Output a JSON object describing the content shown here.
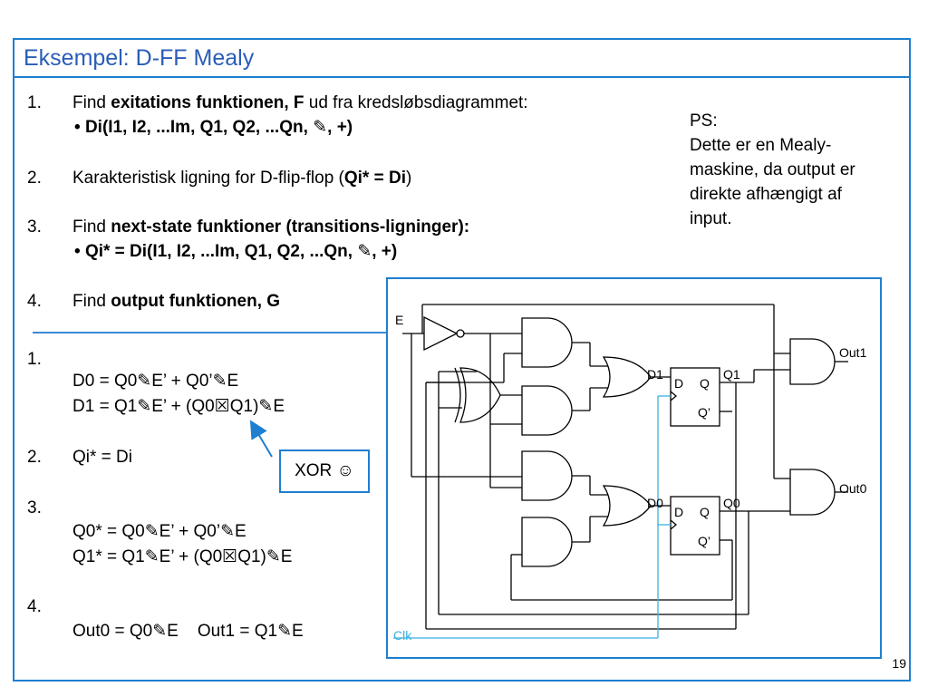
{
  "title": "Eksempel: D-FF Mealy",
  "steps_top": [
    {
      "num": "1.",
      "pre": "Find ",
      "bold": "exitations funktionen, F",
      "post": " ud fra kredsløbsdiagrammet:",
      "bullet": "Di(I1, I2, ...Im, Q1, Q2, ...Qn, ✎, +)"
    },
    {
      "num": "2.",
      "pre": "Karakteristisk ligning for D-flip-flop (",
      "bold": "Qi* = Di",
      "post": ")"
    },
    {
      "num": "3.",
      "pre": "Find ",
      "bold": "next-state funktioner (transitions-ligninger):",
      "post": "",
      "bullet": "Qi* = Di(I1, I2, ...Im, Q1, Q2, ...Qn, ✎, +)"
    },
    {
      "num": "4.",
      "pre": "Find ",
      "bold": "output funktionen, G",
      "post": ""
    }
  ],
  "bullet_mark": "•",
  "steps_bottom": {
    "s1_num": "1.",
    "d0": "D0 = Q0✎E’ + Q0’✎E",
    "d1": "D1 = Q1✎E’ + (Q0☒Q1)✎E",
    "s2_num": "2.",
    "qi": "Qi* = Di",
    "s3_num": "3.",
    "q0": "Q0* = Q0✎E’ + Q0’✎E",
    "q1": "Q1* = Q1✎E’ + (Q0☒Q1)✎E",
    "s4_num": "4.",
    "out": "Out0 = Q0✎E    Out1 = Q1✎E"
  },
  "ps": {
    "head": "PS:",
    "lines": [
      "Dette er en Mealy-",
      "maskine, da output er",
      "direkte afhængigt af",
      "input."
    ]
  },
  "xor_callout": "XOR ☺",
  "page_number": "19",
  "diagram": {
    "labels": {
      "e": "E",
      "d1": "D1",
      "q1": "Q1",
      "d0": "D0",
      "q0": "Q0",
      "d": "D",
      "q": "Q",
      "qbar": "Q’",
      "out1": "Out1",
      "out0": "Out0",
      "clk": "Clk"
    }
  },
  "colors": {
    "accent": "#1f7fd0",
    "title": "#2a5db8",
    "clk": "#3ab0e0"
  }
}
